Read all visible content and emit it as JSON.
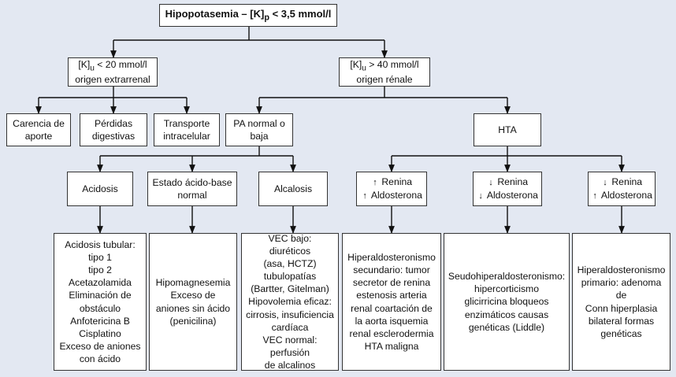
{
  "root": {
    "prefix": "Hipopotasemia – [K]",
    "sub": "p",
    "suffix": " < 3,5 mmol/l"
  },
  "extra": {
    "prefix": "[K]",
    "sub": "u",
    "suffix": " < 20 mmol/l",
    "line2": "origen extrarrenal"
  },
  "renal": {
    "prefix": "[K]",
    "sub": "u",
    "suffix": " > 40 mmol/l",
    "line2": "origen rénale"
  },
  "carencia": "Carencia de\naporte",
  "perdidas": "Pérdidas\ndigestivas",
  "transporte": "Transporte\nintracelular",
  "pa_normal": "PA normal o\nbaja",
  "hta": "HTA",
  "acidosis": "Acidosis",
  "acido_base": "Estado ácido-base\nnormal",
  "alcalosis": "Alcalosis",
  "renin_high": {
    "renina": "Renina",
    "aldo": "Aldosterona",
    "arrow_renina": "↑",
    "arrow_aldo": "↑"
  },
  "renin_mid": {
    "renina": "Renina",
    "aldo": "Aldosterona",
    "arrow_renina": "↓",
    "arrow_aldo": "↓"
  },
  "renin_low": {
    "renina": "Renina",
    "aldo": "Aldosterona",
    "arrow_renina": "↓",
    "arrow_aldo": "↑"
  },
  "det_acidosis": "Acidosis tubular:\ntipo 1\ntipo 2\nAcetazolamida\nEliminación de\nobstáculo\nAnfotericina B\nCisplatino\nExceso de aniones\ncon ácido",
  "det_normal": "Hipomagnesemia\nExceso de\naniones sin ácido\n(penicilina)",
  "det_alcalosis": "VEC bajo:\ndiuréticos\n(asa, HCTZ)\ntubulopatías\n(Bartter, Gitelman)\nHipovolemia eficaz:\ncirrosis, insuficiencia\ncardíaca\nVEC normal:\nperfusión\nde alcalinos",
  "det_secundario": "Hiperaldosteronismo\nsecundario: tumor\nsecretor de renina\nestenosis arteria\nrenal coartación de\nla aorta isquemia\nrenal esclerodermia\nHTA maligna",
  "det_seudo": "Seudohiperaldosteronismo:\nhipercorticismo\nglicirricina bloqueos\nenzimáticos causas\ngenéticas (Liddle)",
  "det_primario": "Hiperaldosteronismo\nprimario: adenoma\nde\nConn hiperplasia\nbilateral formas\ngenéticas"
}
